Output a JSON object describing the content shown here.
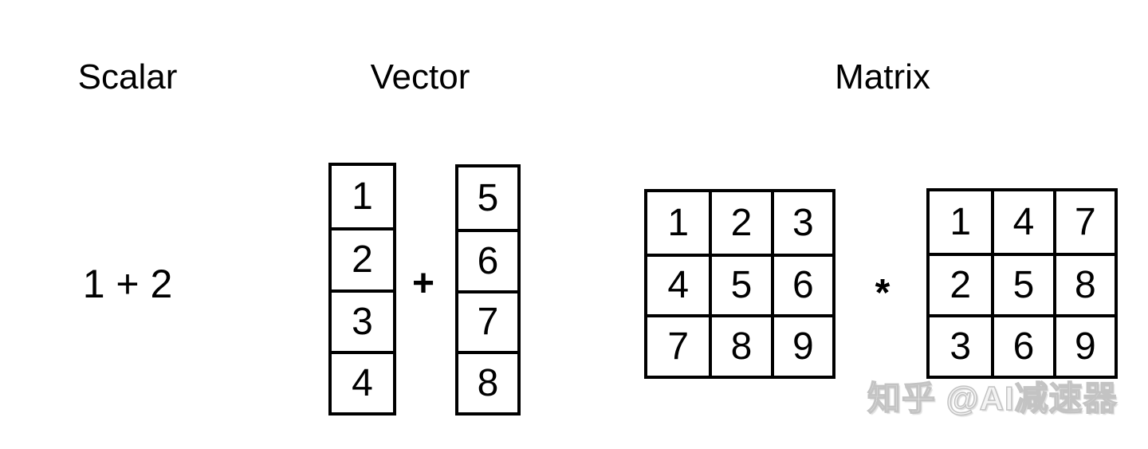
{
  "headers": {
    "scalar": "Scalar",
    "vector": "Vector",
    "matrix": "Matrix"
  },
  "scalar": {
    "expression": "1 + 2"
  },
  "vector": {
    "operator": "+",
    "left": [
      "1",
      "2",
      "3",
      "4"
    ],
    "right": [
      "5",
      "6",
      "7",
      "8"
    ]
  },
  "matrix": {
    "operator": "*",
    "left": [
      [
        "1",
        "2",
        "3"
      ],
      [
        "4",
        "5",
        "6"
      ],
      [
        "7",
        "8",
        "9"
      ]
    ],
    "right": [
      [
        "1",
        "4",
        "7"
      ],
      [
        "2",
        "5",
        "8"
      ],
      [
        "3",
        "6",
        "9"
      ]
    ]
  },
  "watermark": {
    "text": "知乎 @AI减速器"
  },
  "colors": {
    "background": "#ffffff",
    "border": "#000000",
    "text": "#000000",
    "watermark": "#c3c3c3"
  }
}
